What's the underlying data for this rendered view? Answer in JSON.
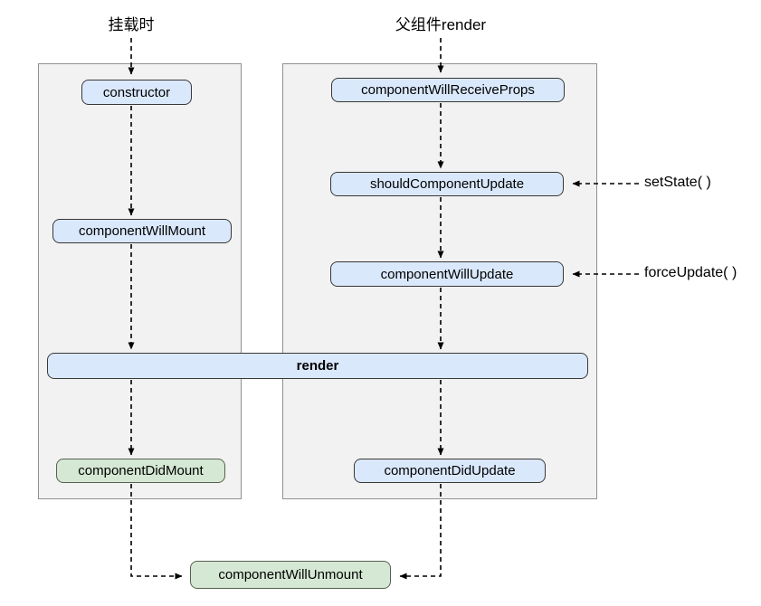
{
  "diagram": {
    "title_labels": {
      "mount": "挂载时",
      "parent_render": "父组件render"
    },
    "side_labels": {
      "set_state": "setState( )",
      "force_update": "forceUpdate( )"
    },
    "nodes": {
      "constructor": "constructor",
      "component_will_mount": "componentWillMount",
      "render": "render",
      "component_did_mount": "componentDidMount",
      "component_will_receive_props": "componentWillReceiveProps",
      "should_component_update": "shouldComponentUpdate",
      "component_will_update": "componentWillUpdate",
      "component_did_update": "componentDidUpdate",
      "component_will_unmount": "componentWillUnmount"
    },
    "colors": {
      "node_blue_fill": "#dae8fc",
      "node_green_fill": "#d5e8d4",
      "node_border": "#383838",
      "panel_fill": "#f2f2f2",
      "panel_border": "#909090",
      "arrow": "#000000",
      "text": "#000000"
    }
  }
}
